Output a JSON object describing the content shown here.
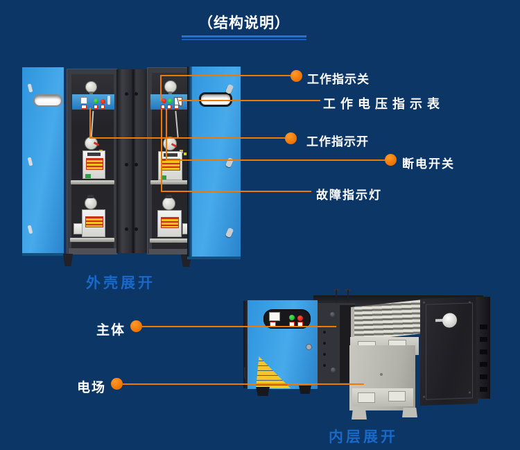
{
  "title": "（结构说明）",
  "section_top": {
    "caption": "外壳展开",
    "callouts": [
      {
        "label": "工作指示关"
      },
      {
        "label": "工作电压指示表"
      },
      {
        "label": "工作指示开"
      },
      {
        "label": "断电开关"
      },
      {
        "label": "故障指示灯"
      }
    ]
  },
  "section_bottom": {
    "caption": "内层展开",
    "callouts": [
      {
        "label": "主体"
      },
      {
        "label": "电场"
      }
    ]
  },
  "colors": {
    "background": "#0B3666",
    "accent_orange": "#F07A00",
    "caption_blue": "#1A69C8",
    "underline_blue": "#2272DA",
    "door_blue": "#2F94DE"
  }
}
